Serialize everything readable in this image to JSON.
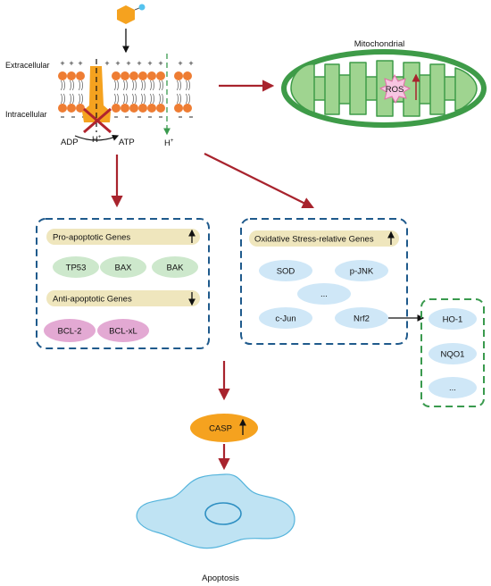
{
  "membrane": {
    "extracellular": "Extracellular",
    "intracellular": "Intracellular",
    "adp": "ADP",
    "atp": "ATP",
    "h_plus_left": "H",
    "h_plus_right": "H",
    "plus_sign": "+",
    "superscript": "+"
  },
  "mitochondria": {
    "title": "Mitochondrial",
    "ros": "ROS"
  },
  "pro_apoptotic_box": {
    "pro_header": "Pro-apoptotic Genes",
    "pro_genes": [
      "TP53",
      "BAX",
      "BAK"
    ],
    "anti_header": "Anti-apoptotic Genes",
    "anti_genes": [
      "BCL-2",
      "BCL-xL"
    ]
  },
  "oxidative_box": {
    "header": "Oxidative Stress-relative Genes",
    "genes": [
      "SOD",
      "p-JNK",
      "...",
      "c-Jun",
      "Nrf2"
    ]
  },
  "nrf2_targets": [
    "HO-1",
    "NQO1",
    "..."
  ],
  "casp": "CASP",
  "apoptosis": "Apoptosis",
  "colors": {
    "arrow_red": "#a8232d",
    "lipid_head": "#ee7d33",
    "channel": "#f5a21f",
    "blue_dash": "#1f5a8c",
    "green_dash": "#3a9a4e",
    "pro_pill": "#cde8cc",
    "anti_pill": "#e3a9d3",
    "ox_pill": "#cfe7f7",
    "header_bar": "#efe6bd",
    "cell": "#bfe3f3",
    "mito_outer": "#3e9b48",
    "mito_inner": "#9fd490"
  }
}
